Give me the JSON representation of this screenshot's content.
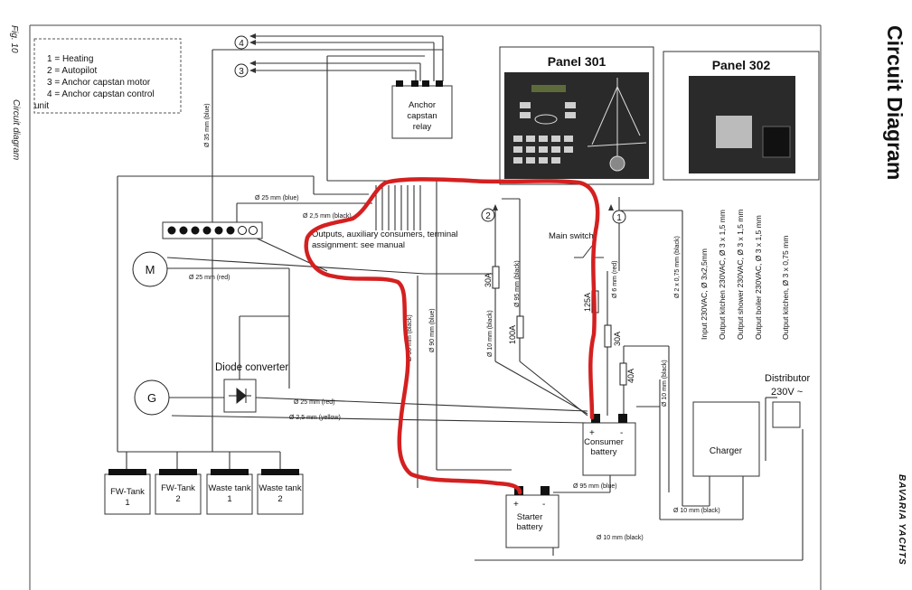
{
  "header": {
    "title": "Circuit Diagram",
    "fig": "Fig. 10",
    "subtitle": "Circuit diagram",
    "brand": "BAVARIA YACHTS"
  },
  "legend": [
    "1 = Heating",
    "2 = Autopilot",
    "3 = Anchor capstan motor",
    "4 = Anchor capstan control",
    "unit"
  ],
  "markers": {
    "one": "1",
    "two": "2",
    "three": "3",
    "four": "4"
  },
  "components": {
    "relay": [
      "Anchor",
      "capstan",
      "relay"
    ],
    "panel301": "Panel 301",
    "panel302": "Panel 302",
    "motor": "M",
    "generator": "G",
    "diode": "Diode converter",
    "main_switch": "Main switch",
    "consumer_battery": [
      "Consumer",
      "battery"
    ],
    "starter_battery": [
      "Starter",
      "battery"
    ],
    "charger": "Charger",
    "distributor": [
      "Distributor",
      "230V ~"
    ],
    "plus": "+",
    "minus": "-",
    "outputs_note": [
      "Outputs, auxiliary consumers, terminal",
      "assignment: see manual"
    ],
    "tanks": [
      [
        "FW-Tank",
        "1"
      ],
      [
        "FW-Tank",
        "2"
      ],
      [
        "Waste tank",
        "1"
      ],
      [
        "Waste tank",
        "2"
      ]
    ]
  },
  "wires": {
    "w35blue": "Ø 35 mm (blue)",
    "w25blue": "Ø 25 mm (blue)",
    "w25black": "Ø 2,5 mm (black)",
    "w25red": "Ø 25 mm (red)",
    "w90black": "Ø 90 mm (black)",
    "w90blue": "Ø 90 mm (blue)",
    "w25red2": "Ø 25 mm (red)",
    "w25yellow": "Ø 2,5 mm (yellow)",
    "w10black_a": "Ø 10 mm (black)",
    "w95black": "Ø 95 mm (black)",
    "w6red": "Ø 6 mm (red)",
    "w075black": "Ø 2 x 0,75 mm (black)",
    "w10black_b": "Ø 10 mm (black)",
    "w95blue": "Ø 95 mm (blue)",
    "w10black_c": "Ø 10 mm (black)",
    "w10black_d": "Ø 10 mm (black)"
  },
  "fuses": [
    "30A",
    "100A",
    "125A",
    "30A",
    "40A"
  ],
  "specs": [
    "Input 230VAC,   Ø 3x2,5mm",
    "Output kitchen 230VAC, Ø 3 x 1,5 mm",
    "Output shower 230VAC, Ø 3 x 1,5 mm",
    "Output boiler 230VAC, Ø 3 x 1,5 mm",
    "Output kitchen, Ø 3 x 0,75 mm"
  ],
  "colors": {
    "highlight": "#d42020",
    "wire": "#333333"
  }
}
